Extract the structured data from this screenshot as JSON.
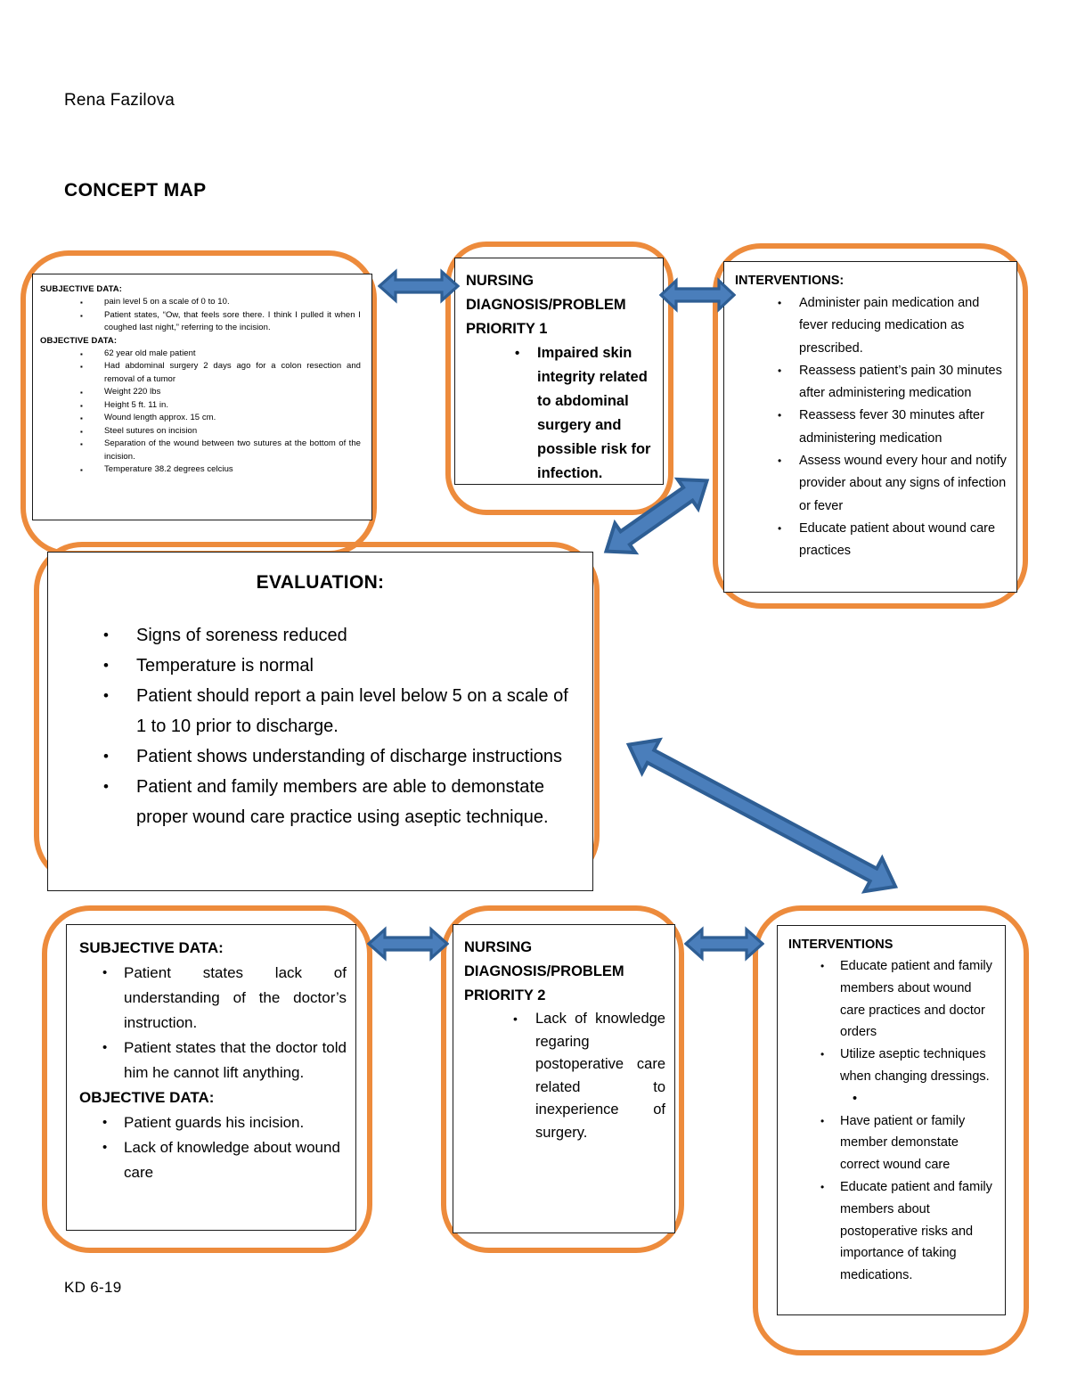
{
  "document": {
    "author": "Rena Fazilova",
    "title": "CONCEPT MAP",
    "footer": "KD 6-19"
  },
  "colors": {
    "box_outline_orange": "#ED8B3C",
    "arrow_fill": "#4A7EBB",
    "arrow_stroke": "#2E5E94",
    "text": "#000000",
    "box_border": "#1a1a1a"
  },
  "boxes": {
    "assessment_1": {
      "subjective_heading": "SUBJECTIVE DATA:",
      "subjective_items": [
        "pain level 5 on a scale of 0 to 10.",
        "Patient states, “Ow, that feels sore there. I think I pulled it when I coughed last night,” referring to the incision."
      ],
      "objective_heading": "OBJECTIVE DATA:",
      "objective_items": [
        "62 year old male patient",
        "Had abdominal surgery 2 days ago for a colon resection and removal of a tumor",
        "Weight 220 lbs",
        "Height 5 ft. 11 in.",
        "Wound length approx. 15 cm.",
        "Steel sutures on incision",
        "Separation of the wound between two sutures at the bottom of the incision.",
        "Temperature 38.2 degrees celcius"
      ],
      "bullet_glyph": "▪"
    },
    "diagnosis_1": {
      "heading": "NURSING DIAGNOSIS/PROBLEM PRIORITY 1",
      "items": [
        "Impaired skin integrity related to abdominal surgery and possible risk for infection."
      ],
      "bullet_glyph": "•"
    },
    "interventions_1": {
      "heading": "INTERVENTIONS:",
      "items": [
        "Administer pain medication and fever reducing medication as prescribed.",
        "Reassess patient’s pain 30 minutes after administering medication",
        "Reassess fever 30 minutes after administering medication",
        "Assess wound every hour and notify provider about any signs of infection or fever",
        "Educate patient about wound care practices"
      ],
      "bullet_glyph": "•"
    },
    "evaluation": {
      "heading": "EVALUATION:",
      "items": [
        "Signs of soreness reduced",
        "Temperature is normal",
        "Patient should report a pain level below 5 on a scale of 1 to 10 prior to discharge.",
        "Patient shows understanding of discharge instructions",
        "Patient and family members are able to demonstate proper wound care practice using aseptic technique."
      ],
      "bullet_glyph": "•"
    },
    "assessment_2": {
      "subjective_heading": "SUBJECTIVE DATA:",
      "subjective_items": [
        "Patient states lack of understanding of the doctor’s instruction.",
        "Patient states that the doctor told him he cannot lift anything."
      ],
      "objective_heading": "OBJECTIVE DATA:",
      "objective_items": [
        "Patient guards his incision.",
        "Lack of knowledge about wound care"
      ],
      "bullet_glyph": "•"
    },
    "diagnosis_2": {
      "heading": "NURSING DIAGNOSIS/PROBLEM PRIORITY 2",
      "items": [
        "Lack of knowledge regaring postoperative care related to inexperience of surgery."
      ],
      "bullet_glyph": "•"
    },
    "interventions_2": {
      "heading": "INTERVENTIONS",
      "items": [
        "Educate patient and family members about wound care practices and doctor orders",
        "Utilize aseptic techniques when changing dressings.",
        "Have patient or family member demonstate correct wound care",
        "Educate patient and family members about postoperative risks and importance of taking medications."
      ],
      "orphan_bullet": "•",
      "bullet_glyph": "•"
    }
  }
}
